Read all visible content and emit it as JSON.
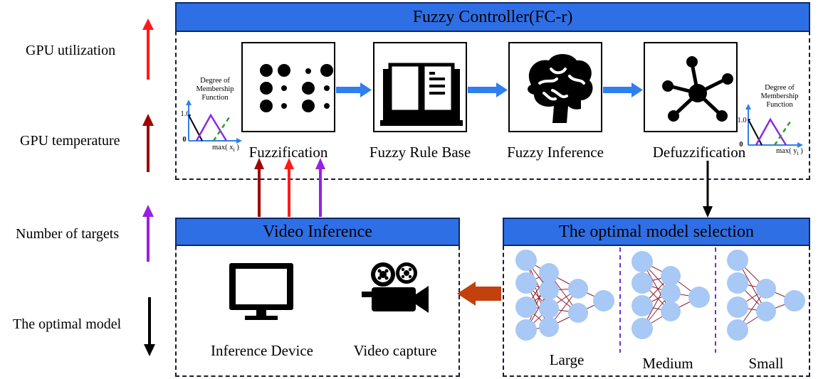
{
  "legend": {
    "items": [
      {
        "label": "GPU utilization",
        "color": "#ff1a1a"
      },
      {
        "label": "GPU temperature",
        "color": "#a00000"
      },
      {
        "label": "Number of targets",
        "color": "#9b1fe0"
      },
      {
        "label": "The optimal model",
        "color": "#000000"
      }
    ]
  },
  "fuzzy_controller": {
    "title": "Fuzzy Controller(FC-r)",
    "steps": [
      "Fuzzification",
      "Fuzzy Rule Base",
      "Fuzzy Inference",
      "Defuzzification"
    ],
    "membership_input": {
      "caption_line1": "Degree of",
      "caption_line2": "Membership",
      "caption_line3": "Function",
      "y_tick": "1.0",
      "origin": "0",
      "x_label": "max( x",
      "x_sub": "i",
      "x_close": " )"
    },
    "membership_output": {
      "caption_line1": "Degree of",
      "caption_line2": "Membership",
      "caption_line3": "Function",
      "y_tick": "1.0",
      "origin": "0",
      "x_label": "max( y",
      "x_sub": "i",
      "x_close": " )"
    }
  },
  "video_inference": {
    "title": "Video Inference",
    "devices": [
      "Inference Device",
      "Video capture"
    ]
  },
  "model_selection": {
    "title": "The optimal model selection",
    "models": [
      "Large",
      "Medium",
      "Small"
    ]
  },
  "colors": {
    "header_blue": "#2f6fe6",
    "flow_arrow_blue": "#2f7fef",
    "selection_arrow": "#c2410c",
    "node_blue": "#a8c8f5",
    "edge_red": "#8b1a2a",
    "divider_purple": "#6a2ee0"
  }
}
